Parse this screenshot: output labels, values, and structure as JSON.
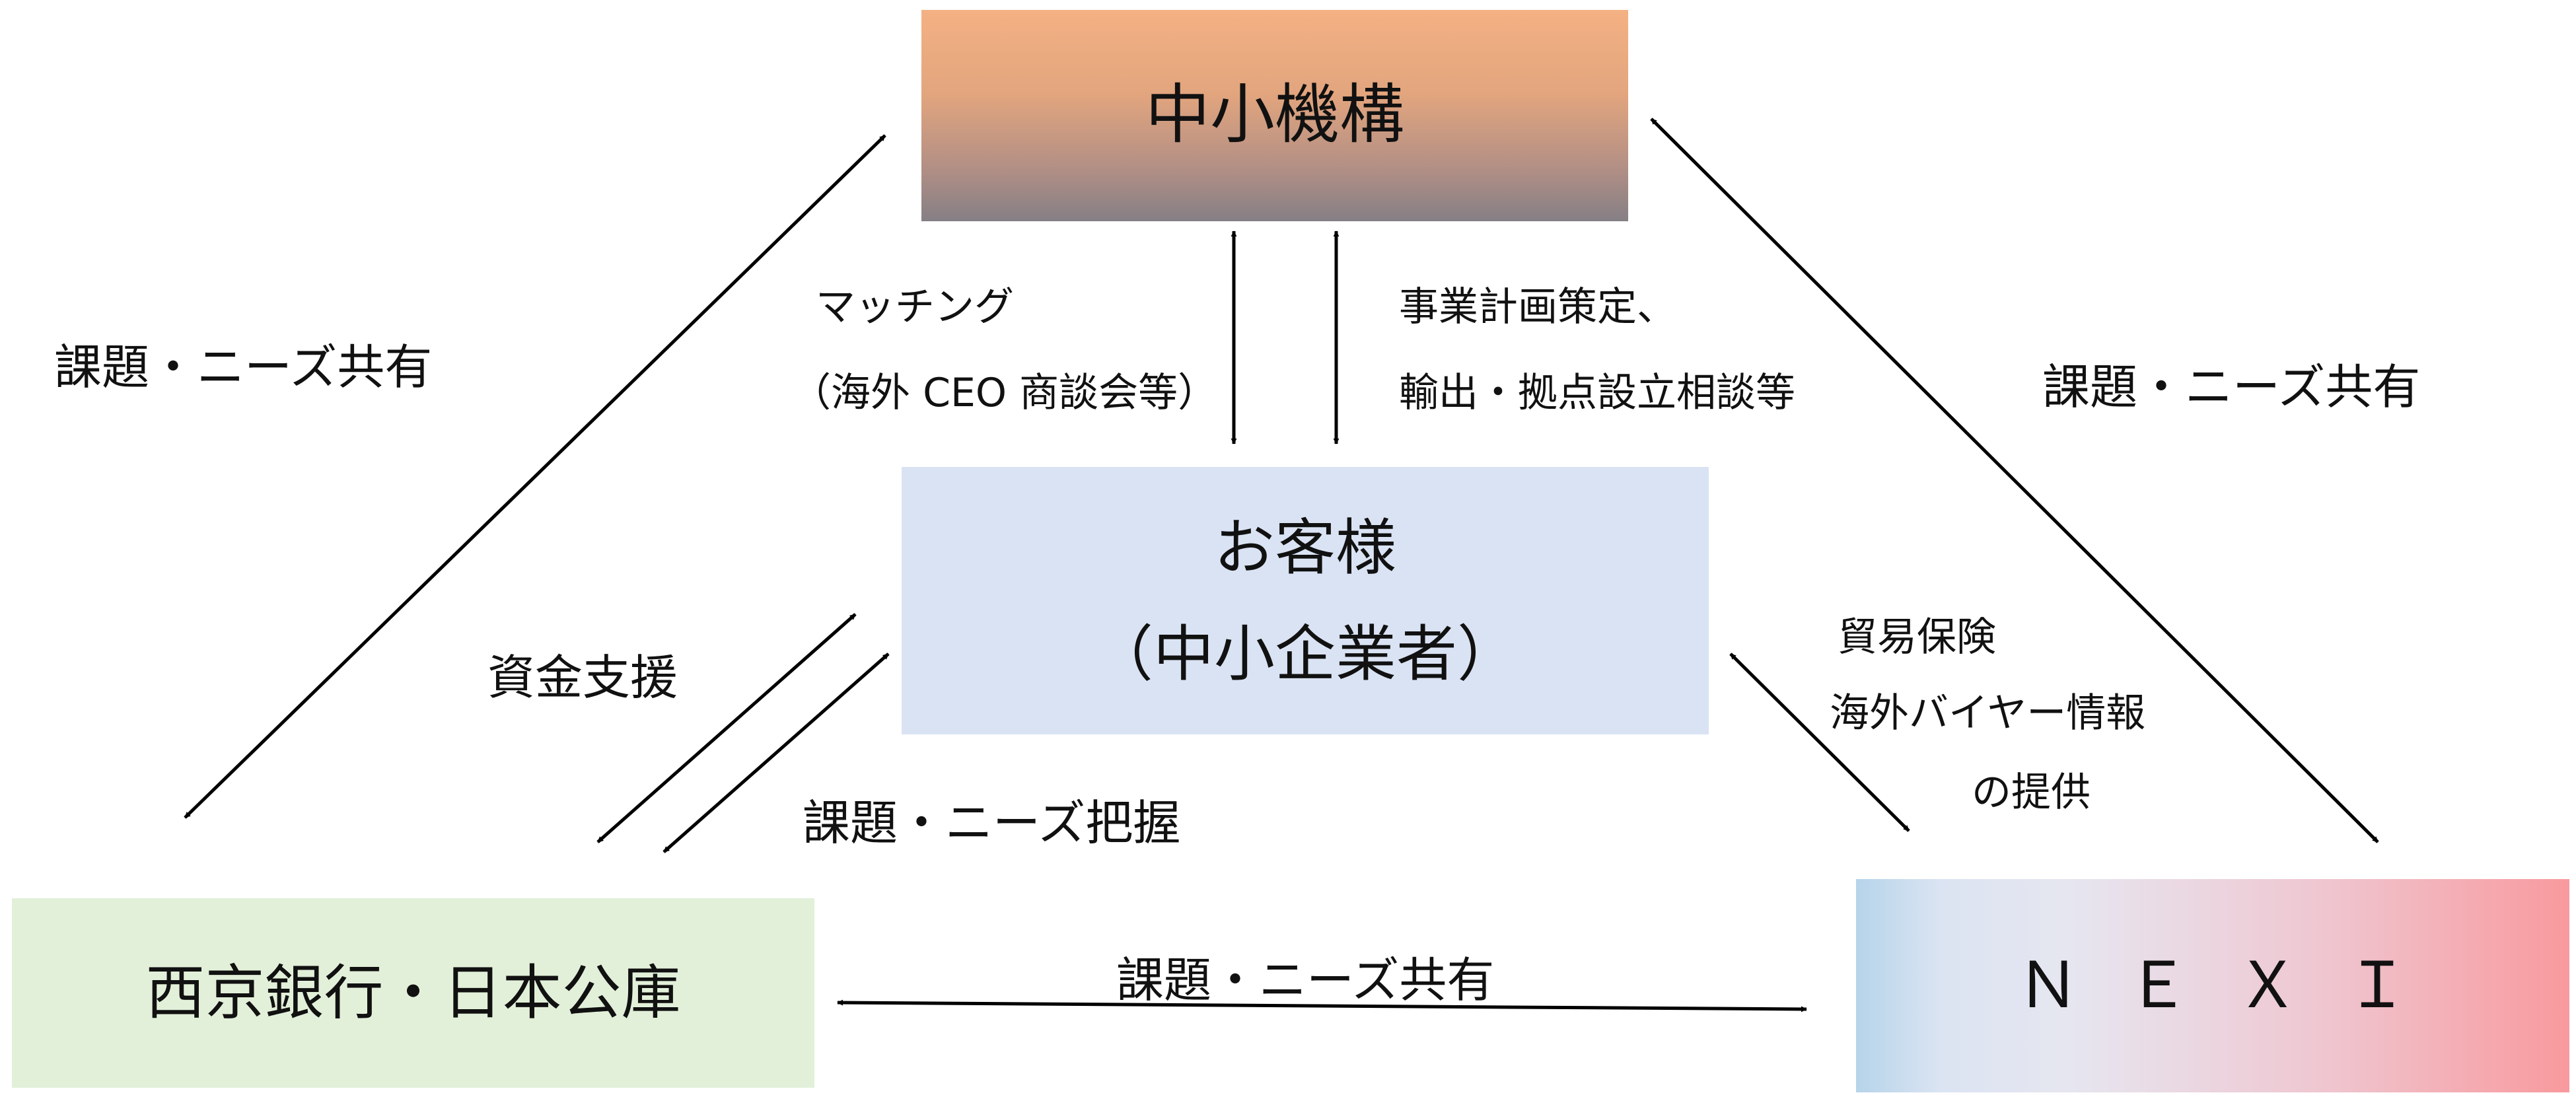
{
  "nodes": {
    "smrj": "中小機構",
    "customer": {
      "line1": "お客様",
      "line2": "（中小企業者）"
    },
    "bank": "西京銀行・日本公庫",
    "nexi": "ＮＥＸＩ"
  },
  "edges": {
    "smrj_bank": "課題・ニーズ共有",
    "smrj_nexi": "課題・ニーズ共有",
    "bank_nexi": "課題・ニーズ共有",
    "smrj_customer_left": {
      "line1": "マッチング",
      "line2": "（海外 CEO 商談会等）"
    },
    "smrj_customer_right": {
      "line1": "事業計画策定、",
      "line2": "輸出・拠点設立相談等"
    },
    "bank_customer_funding": "資金支援",
    "bank_customer_needs": "課題・ニーズ把握",
    "nexi_customer": {
      "line1": "貿易保険",
      "line2": "海外バイヤー情報",
      "line3": "の提供"
    }
  },
  "colors": {
    "smrj_top": "#f4b183",
    "smrj_bottom": "#857f85",
    "customer": "#dae3f3",
    "bank": "#e2f0d9",
    "nexi_left": "#b6d4ea",
    "nexi_right": "#f89a9e",
    "arrow": "#000000"
  }
}
